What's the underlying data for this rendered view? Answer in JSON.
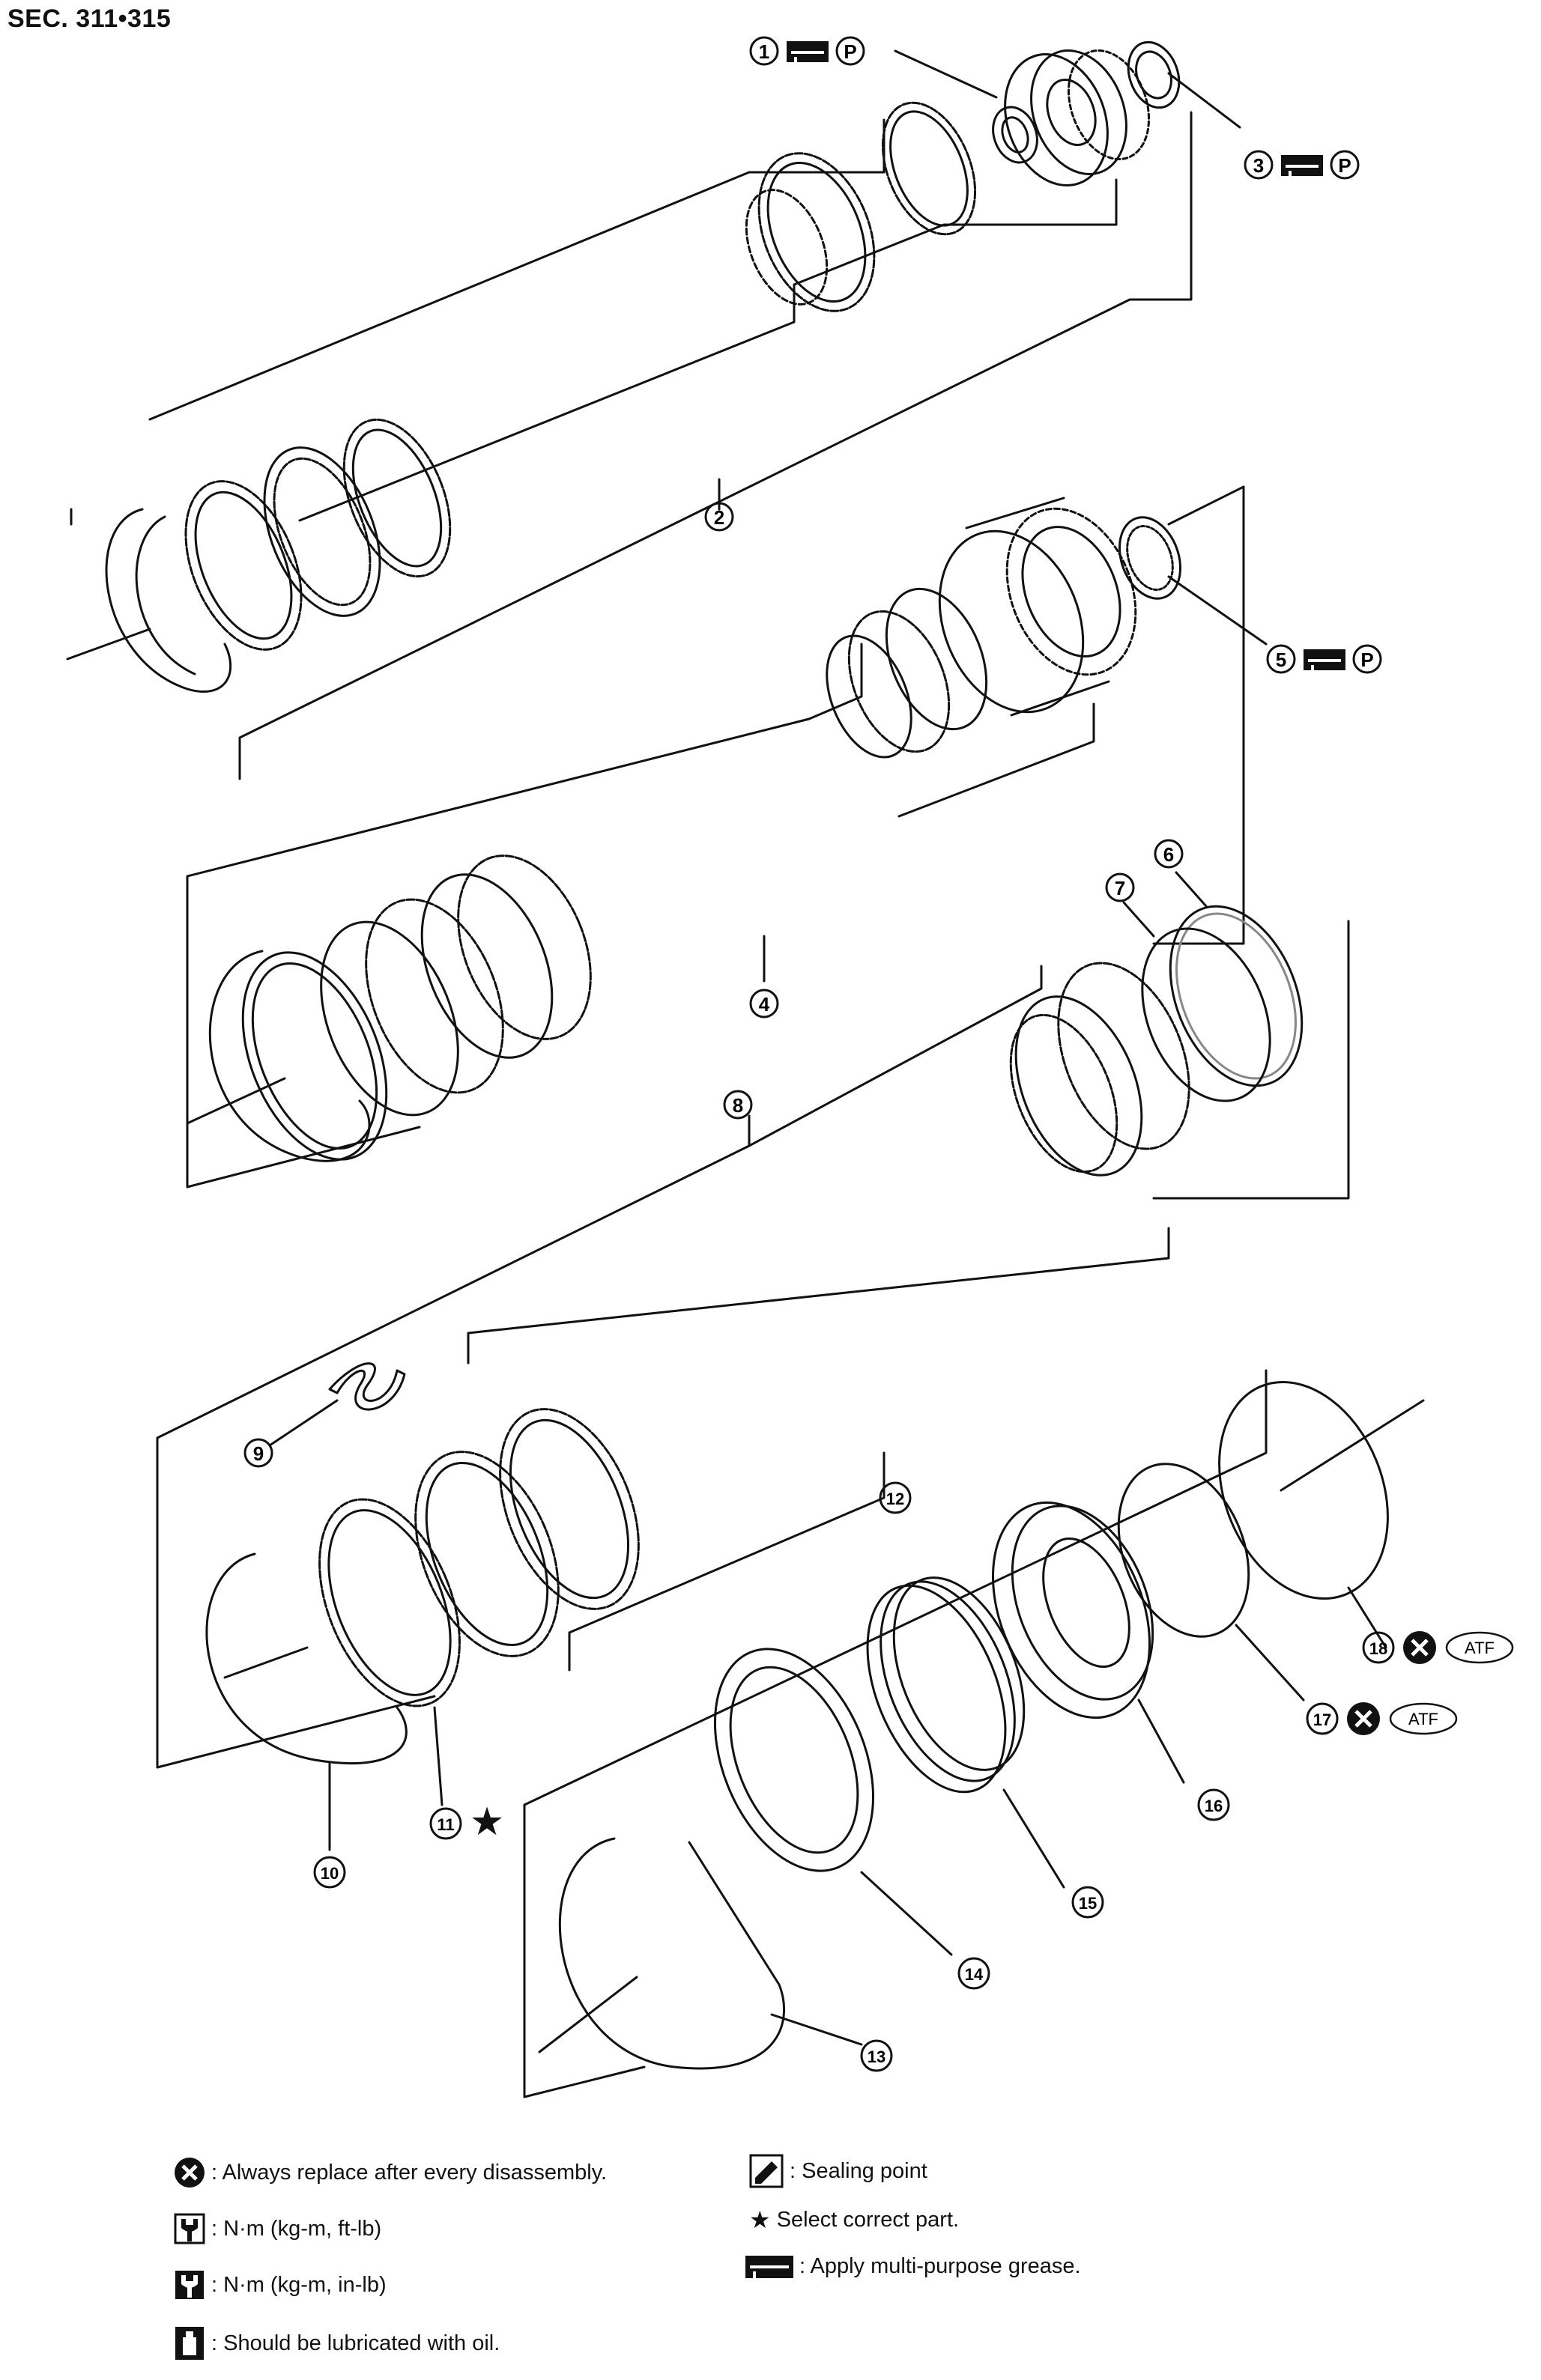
{
  "header": {
    "section_label": "SEC. 311•315"
  },
  "callouts": [
    {
      "num": "1",
      "icons": [
        "grease-icon",
        "petroleum-jelly-icon"
      ],
      "icon_text": [
        "P"
      ]
    },
    {
      "num": "2",
      "icons": [],
      "icon_text": []
    },
    {
      "num": "3",
      "icons": [
        "grease-icon",
        "petroleum-jelly-icon"
      ],
      "icon_text": [
        "P"
      ]
    },
    {
      "num": "4",
      "icons": [],
      "icon_text": []
    },
    {
      "num": "5",
      "icons": [
        "grease-icon",
        "petroleum-jelly-icon"
      ],
      "icon_text": [
        "P"
      ]
    },
    {
      "num": "6",
      "icons": [],
      "icon_text": []
    },
    {
      "num": "7",
      "icons": [],
      "icon_text": []
    },
    {
      "num": "8",
      "icons": [],
      "icon_text": []
    },
    {
      "num": "9",
      "icons": [],
      "icon_text": []
    },
    {
      "num": "10",
      "icons": [],
      "icon_text": []
    },
    {
      "num": "11",
      "icons": [
        "star-icon"
      ],
      "icon_text": []
    },
    {
      "num": "12",
      "icons": [],
      "icon_text": []
    },
    {
      "num": "13",
      "icons": [],
      "icon_text": []
    },
    {
      "num": "14",
      "icons": [],
      "icon_text": []
    },
    {
      "num": "15",
      "icons": [],
      "icon_text": []
    },
    {
      "num": "16",
      "icons": [],
      "icon_text": []
    },
    {
      "num": "17",
      "icons": [
        "replace-x-icon",
        "atf-badge"
      ],
      "icon_text": [
        "ATF"
      ]
    },
    {
      "num": "18",
      "icons": [
        "replace-x-icon",
        "atf-badge"
      ],
      "icon_text": [
        "ATF"
      ]
    }
  ],
  "legend": {
    "replace": {
      "icon": "replace-x-icon",
      "text": ": Always replace after every disassembly."
    },
    "torque_ft": {
      "icon": "torque-wrench-icon",
      "text": ": N·m (kg-m, ft-lb)"
    },
    "torque_in": {
      "icon": "torque-wrench-filled-icon",
      "text": ": N·m (kg-m, in-lb)"
    },
    "oil": {
      "icon": "oil-can-icon",
      "text": ": Should be lubricated with oil."
    },
    "sealing": {
      "icon": "sealing-point-icon",
      "text": ": Sealing point"
    },
    "select": {
      "icon": "star-icon",
      "text": "Select correct part."
    },
    "grease": {
      "icon": "grease-icon",
      "text": ": Apply multi-purpose grease."
    }
  },
  "colors": {
    "ink": "#111111",
    "background": "#ffffff"
  }
}
